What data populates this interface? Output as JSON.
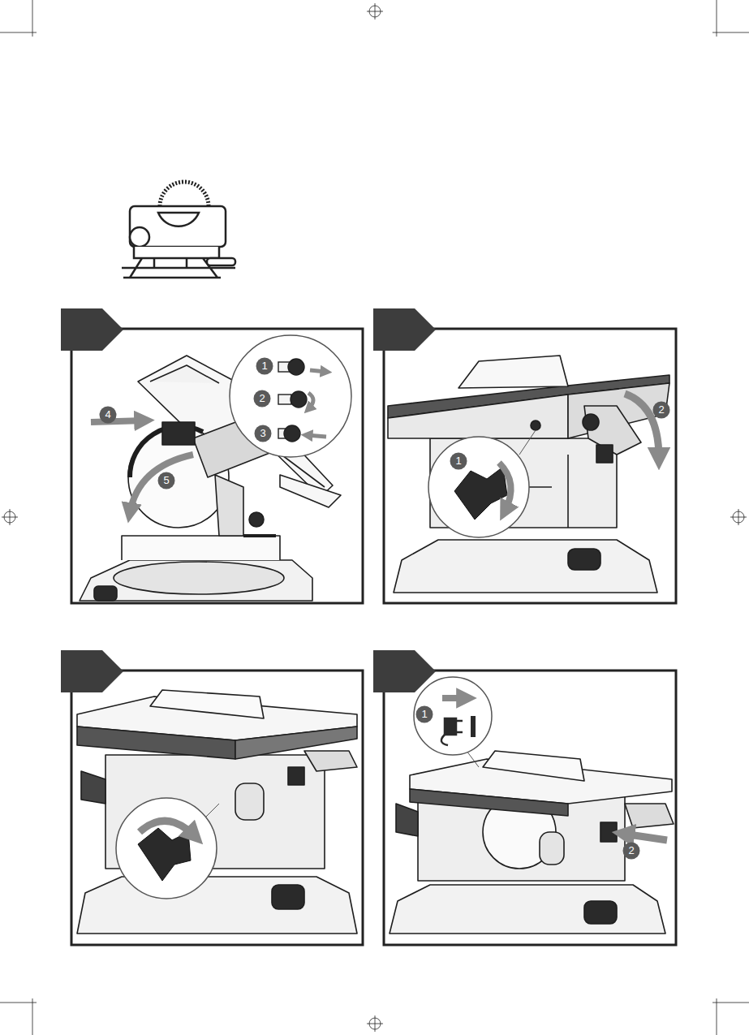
{
  "diagram": {
    "labels": [
      "1",
      "2",
      "3",
      "4",
      "5",
      "1",
      "2",
      "1",
      "2"
    ]
  }
}
